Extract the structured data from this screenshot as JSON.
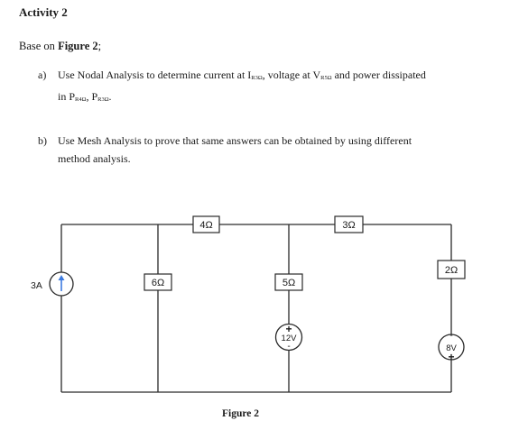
{
  "activity_title": "Activity 2",
  "intro": {
    "prefix": "Base on ",
    "figure_ref": "Figure 2",
    "suffix": ";"
  },
  "question_a": {
    "label": "a)",
    "line1": {
      "t1": "Use Nodal Analysis to determine current at I",
      "s1": "R3Ω",
      "t2": ", voltage at V",
      "s2": "R5Ω",
      "t3": " and power dissipated"
    },
    "line2": {
      "t1": "in P",
      "s1": "R4Ω",
      "t2": ", P",
      "s2": "R3Ω",
      "t3": "."
    }
  },
  "question_b": {
    "label": "b)",
    "line1": "Use Mesh Analysis to prove that same answers can be obtained by using different",
    "line2": "method analysis."
  },
  "circuit": {
    "current_source_label": "3A",
    "resistors": [
      "4Ω",
      "3Ω",
      "6Ω",
      "5Ω",
      "2Ω"
    ],
    "source_12v": {
      "label": "12V",
      "top": "+",
      "bottom": "-"
    },
    "source_8v": {
      "label": "8V",
      "top": "-",
      "bottom": "+"
    }
  },
  "figure_caption": "Figure 2",
  "colors": {
    "wire": "#2a2a2a",
    "arrow": "#3d7be0",
    "text": "#1a1a1a"
  }
}
